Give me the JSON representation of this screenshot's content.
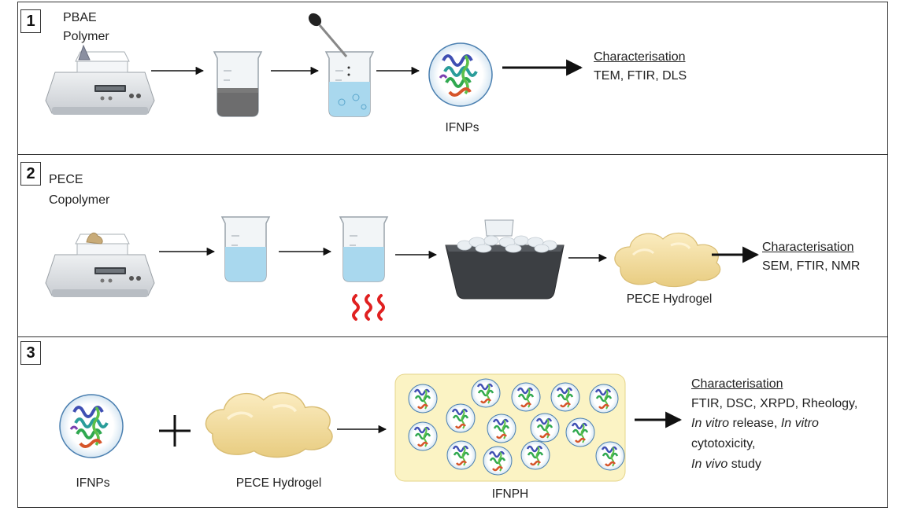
{
  "sections": [
    {
      "number": "1",
      "polymer_lines": [
        "PBAE",
        "Polymer"
      ],
      "product_label": "IFNPs",
      "characterisation_title": "Characterisation",
      "characterisation_methods": "TEM, FTIR, DLS"
    },
    {
      "number": "2",
      "polymer_lines": [
        "PECE",
        "Copolymer"
      ],
      "product_label": "PECE Hydrogel",
      "characterisation_title": "Characterisation",
      "characterisation_methods": "SEM, FTIR, NMR"
    },
    {
      "number": "3",
      "input_a_label": "IFNPs",
      "input_b_label": "PECE Hydrogel",
      "product_label": "IFNPH",
      "characterisation_title": "Characterisation",
      "characterisation_lines": {
        "line1": "FTIR, DSC, XRPD, Rheology,",
        "line2_italic_a": "In vitro",
        "line2_plain": " release, ",
        "line2_italic_b": "In vitro",
        "line3": "cytotoxicity,",
        "line4_italic": "In vivo",
        "line4_plain": " study"
      }
    }
  ],
  "colors": {
    "border": "#333333",
    "liquid_dark": "#6b6b6b",
    "liquid_blue": "#a9d8ee",
    "hydrogel": "#f3dfa0",
    "heat": "#e02020",
    "composite_bg": "#fbf3c4"
  },
  "icons": [
    "balance-icon",
    "beaker-icon",
    "dropper-icon",
    "nanoparticle-icon",
    "heat-icon",
    "ice-bath-icon",
    "hydrogel-icon",
    "plus-icon"
  ]
}
